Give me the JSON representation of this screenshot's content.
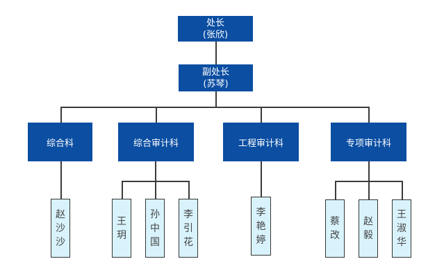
{
  "chart_title": "",
  "director": {
    "title": "处长",
    "name": "(张欣)"
  },
  "deputy_director": {
    "title": "副处长",
    "name": "(苏琴)"
  },
  "departments": [
    {
      "label": "综合科",
      "staff": [
        "赵沙沙"
      ]
    },
    {
      "label": "综合审计科",
      "staff": [
        "王玥",
        "孙中国",
        "李引花"
      ]
    },
    {
      "label": "工程审计科",
      "staff": [
        "李艳婷"
      ]
    },
    {
      "label": "专项审计科",
      "staff": [
        "蔡改",
        "赵毅",
        "王淑华"
      ]
    }
  ],
  "colors": {
    "node_dark": "#0b4ea2",
    "node_light": "#d9f3fc",
    "connector": "#3a3a3a"
  }
}
